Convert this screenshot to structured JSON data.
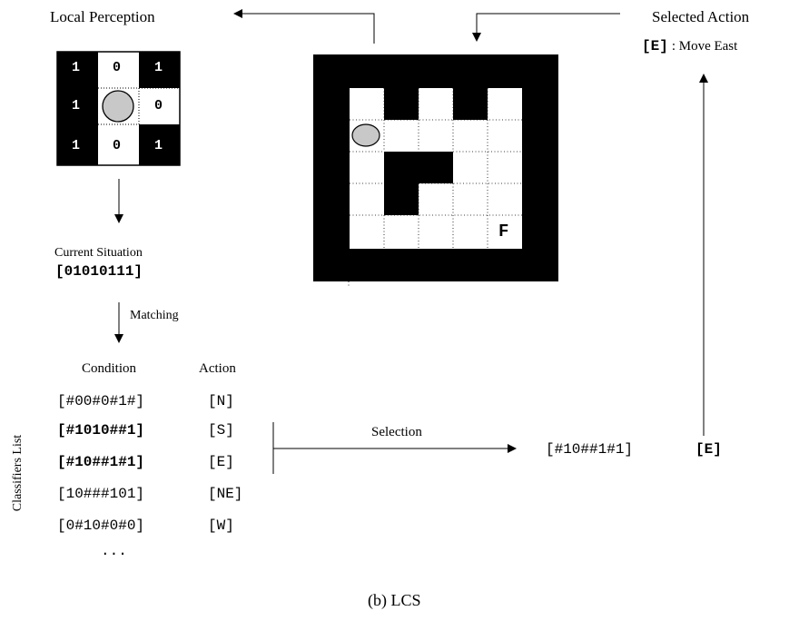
{
  "local_perception": {
    "title": "Local Perception",
    "cells": [
      "1",
      "0",
      "1",
      "1",
      "",
      "0",
      "1",
      "0",
      "1"
    ]
  },
  "current_situation": {
    "label": "Current Situation",
    "value": "[01010111]"
  },
  "matching_label": "Matching",
  "list_headers": {
    "condition": "Condition",
    "action": "Action"
  },
  "classifiers_list_label": "Classifiers List",
  "classifiers": [
    {
      "condition": "[#00#0#1#]",
      "action": "[N]",
      "highlighted": false
    },
    {
      "condition": "[#1010##1]",
      "action": "[S]",
      "highlighted": true
    },
    {
      "condition": "[#10##1#1]",
      "action": "[E]",
      "highlighted": true
    },
    {
      "condition": "[10###101]",
      "action": "[NE]",
      "highlighted": false
    },
    {
      "condition": "[0#10#0#0]",
      "action": "[W]",
      "highlighted": false
    }
  ],
  "ellipsis": "...",
  "selection_label": "Selection",
  "selected_classifier": {
    "condition": "[#10##1#1]",
    "action": "[E]"
  },
  "selected_action": {
    "title": "Selected Action",
    "code": "[E]",
    "description": ": Move East"
  },
  "maze": {
    "food_label": "F"
  },
  "caption": "(b) LCS",
  "colors": {
    "wall": "#000000",
    "agent": "#c8c8c8",
    "free": "#ffffff"
  }
}
